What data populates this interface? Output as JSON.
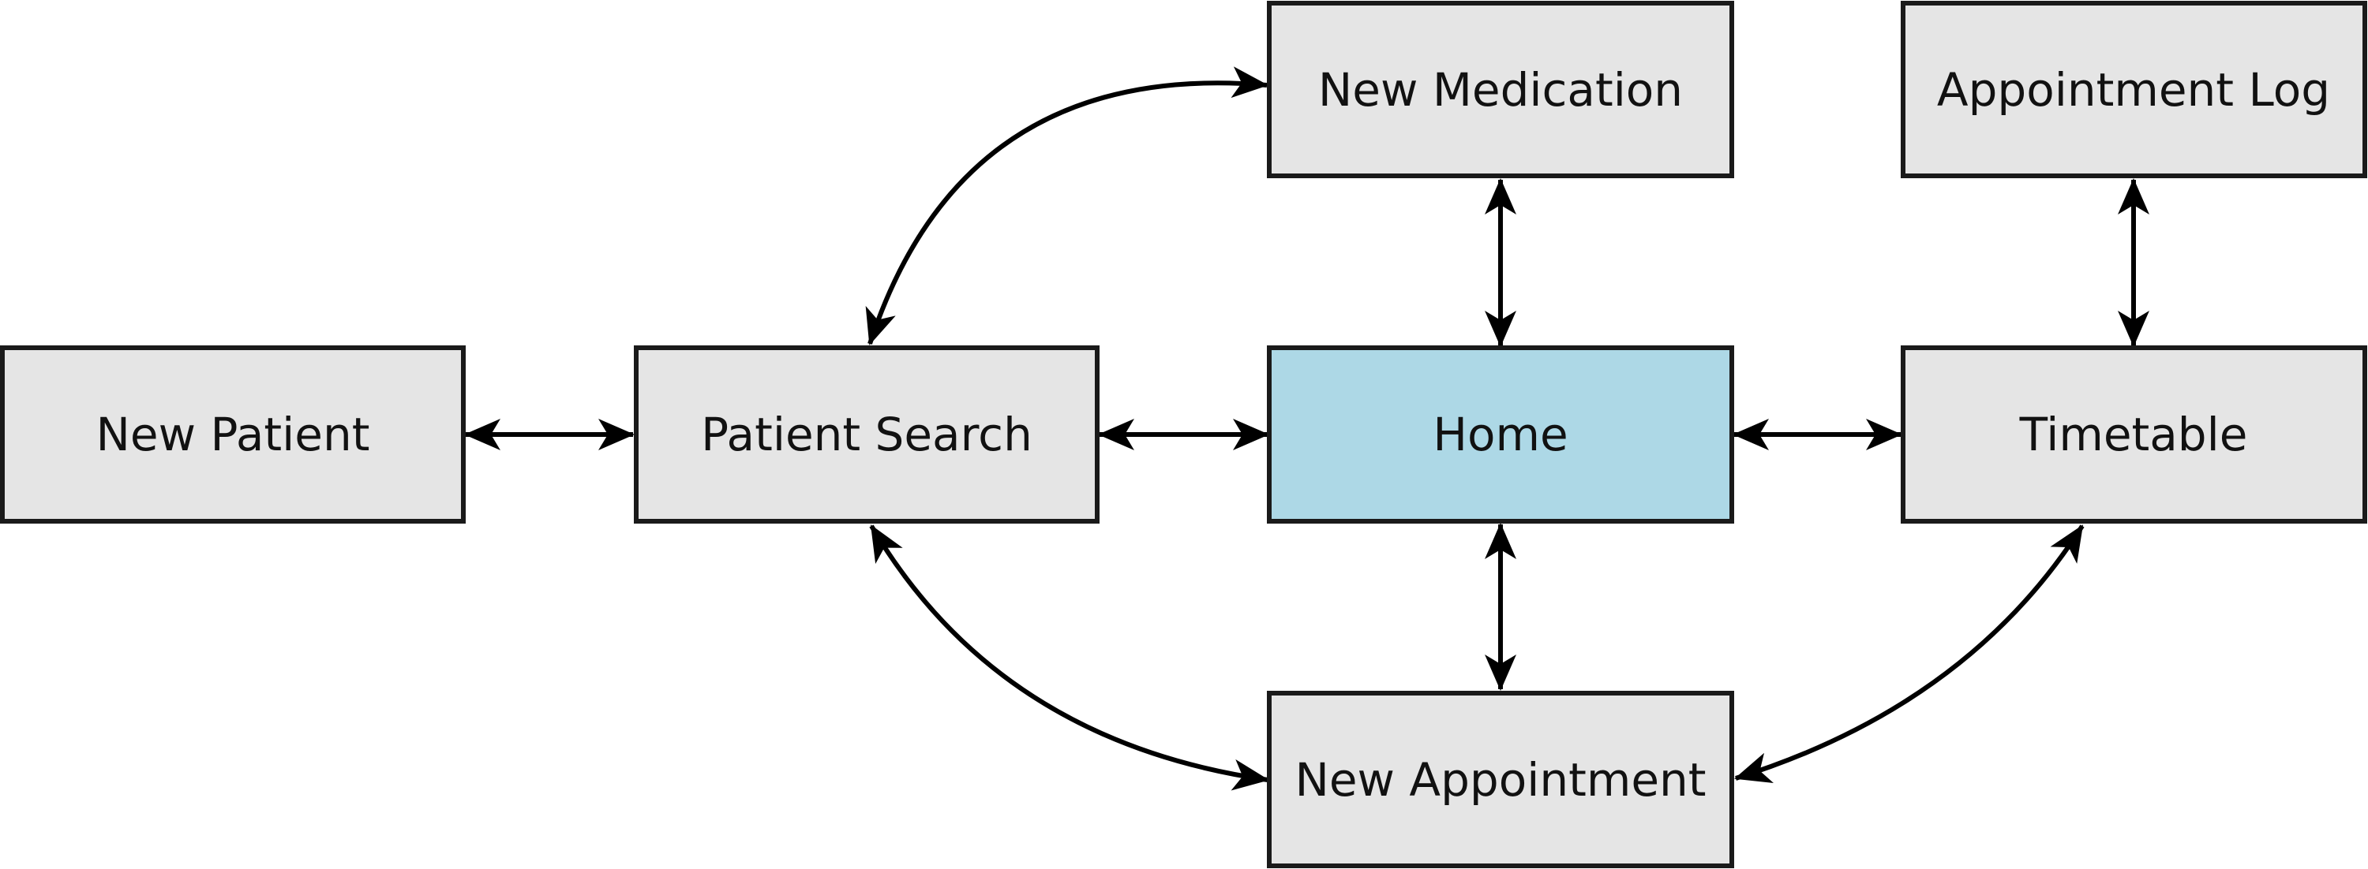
{
  "diagram": {
    "type": "navigation-flow",
    "colors": {
      "default_fill": "#e5e5e5",
      "highlight_fill": "#add8e6",
      "border": "#1a1a1a",
      "arrow": "#000000"
    },
    "nodes": {
      "new_medication": {
        "label": "New Medication",
        "highlighted": false
      },
      "appointment_log": {
        "label": "Appointment Log",
        "highlighted": false
      },
      "new_patient": {
        "label": "New Patient",
        "highlighted": false
      },
      "patient_search": {
        "label": "Patient Search",
        "highlighted": false
      },
      "home": {
        "label": "Home",
        "highlighted": true
      },
      "timetable": {
        "label": "Timetable",
        "highlighted": false
      },
      "new_appointment": {
        "label": "New Appointment",
        "highlighted": false
      }
    },
    "edges": [
      {
        "from": "new_patient",
        "to": "patient_search",
        "direction": "both"
      },
      {
        "from": "patient_search",
        "to": "home",
        "direction": "both"
      },
      {
        "from": "home",
        "to": "timetable",
        "direction": "both"
      },
      {
        "from": "home",
        "to": "new_medication",
        "direction": "both"
      },
      {
        "from": "home",
        "to": "new_appointment",
        "direction": "both"
      },
      {
        "from": "timetable",
        "to": "appointment_log",
        "direction": "both"
      },
      {
        "from": "patient_search",
        "to": "new_medication",
        "direction": "both"
      },
      {
        "from": "patient_search",
        "to": "new_appointment",
        "direction": "both"
      },
      {
        "from": "timetable",
        "to": "new_appointment",
        "direction": "both"
      }
    ]
  }
}
